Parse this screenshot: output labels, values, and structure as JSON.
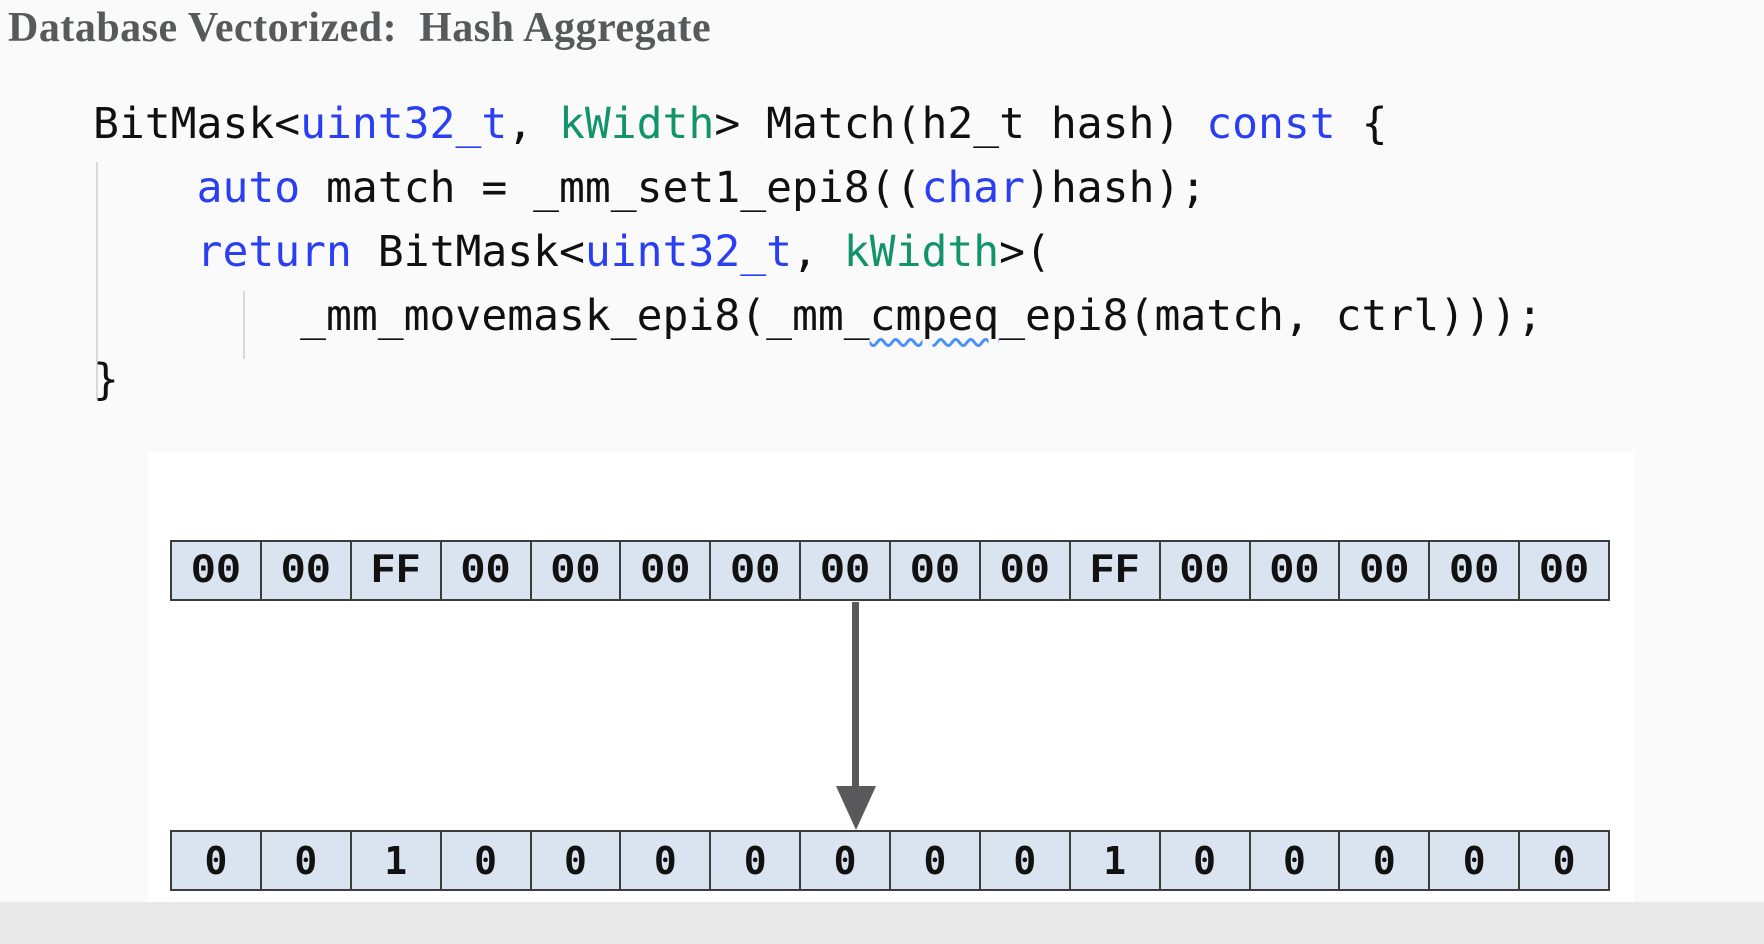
{
  "title": "Database Vectorized:  Hash Aggregate",
  "colors": {
    "keyword_blue": "#2a3ef2",
    "type_green": "#12946a",
    "code_plain": "#101010",
    "squiggle_blue": "#4a92f7",
    "cell_fill": "#dae4f0",
    "cell_border": "#3c3c3c",
    "arrow_gray": "#59595b",
    "title_gray": "#58595b"
  },
  "code": {
    "language": "cpp",
    "lines": [
      [
        {
          "t": "BitMask<",
          "c": "p"
        },
        {
          "t": "uint32_t",
          "c": "k"
        },
        {
          "t": ", ",
          "c": "p"
        },
        {
          "t": "kWidth",
          "c": "g"
        },
        {
          "t": "> Match(h2_t hash) ",
          "c": "p"
        },
        {
          "t": "const",
          "c": "k"
        },
        {
          "t": " {",
          "c": "p"
        }
      ],
      [
        {
          "t": "    ",
          "c": "p"
        },
        {
          "t": "auto",
          "c": "k"
        },
        {
          "t": " match = _mm_set1_epi8((",
          "c": "p"
        },
        {
          "t": "char",
          "c": "k"
        },
        {
          "t": ")hash);",
          "c": "p"
        }
      ],
      [
        {
          "t": "    ",
          "c": "p"
        },
        {
          "t": "return",
          "c": "k"
        },
        {
          "t": " BitMask<",
          "c": "p"
        },
        {
          "t": "uint32_t",
          "c": "k"
        },
        {
          "t": ", ",
          "c": "p"
        },
        {
          "t": "kWidth",
          "c": "g"
        },
        {
          "t": ">(",
          "c": "p"
        }
      ],
      [
        {
          "t": "        _mm_movemask_epi8(_mm_",
          "c": "p"
        },
        {
          "t": "cmpeq",
          "c": "p",
          "u": true
        },
        {
          "t": "_epi8(match, ctrl)));",
          "c": "p"
        }
      ],
      [
        {
          "t": "}",
          "c": "p"
        }
      ]
    ]
  },
  "diagram": {
    "byte_row": [
      "00",
      "00",
      "FF",
      "00",
      "00",
      "00",
      "00",
      "00",
      "00",
      "00",
      "FF",
      "00",
      "00",
      "00",
      "00",
      "00"
    ],
    "bit_row": [
      "0",
      "0",
      "1",
      "0",
      "0",
      "0",
      "0",
      "0",
      "0",
      "0",
      "1",
      "0",
      "0",
      "0",
      "0",
      "0"
    ],
    "arrow": "down"
  }
}
